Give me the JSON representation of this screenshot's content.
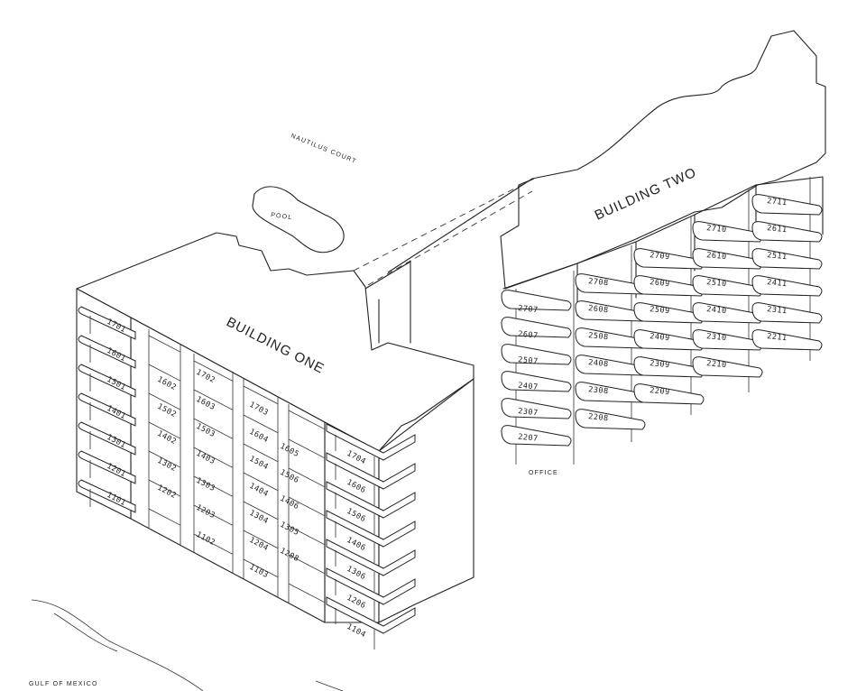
{
  "labels": {
    "nautilus_court": "NAUTILUS COURT",
    "pool": "POOL",
    "building_one": "BUILDING ONE",
    "building_two": "BUILDING TWO",
    "office": "OFFICE",
    "gulf": "GULF OF MEXICO"
  },
  "building_one": {
    "left_units": [
      "1701",
      "1601",
      "1501",
      "1401",
      "1301",
      "1201",
      "1101"
    ],
    "col2_units": [
      "1602",
      "1502",
      "1402",
      "1302",
      "1202"
    ],
    "col3_units": [
      "1702",
      "1603",
      "1503",
      "1403",
      "1303",
      "1203",
      "1102"
    ],
    "col4_units": [
      "1703",
      "1604",
      "1504",
      "1404",
      "1304",
      "1204",
      "1103"
    ],
    "col5_units": [
      "1605",
      "1506",
      "1406",
      "1305",
      "1208"
    ],
    "right_units": [
      "1704",
      "1606",
      "1506",
      "1406",
      "1306",
      "1206",
      "1104"
    ]
  },
  "building_two": {
    "col1_units": [
      "2707",
      "2607",
      "2507",
      "2407",
      "2307",
      "2207"
    ],
    "col2_units": [
      "2708",
      "2608",
      "2508",
      "2408",
      "2308",
      "2208"
    ],
    "col3_units": [
      "2709",
      "2609",
      "2509",
      "2409",
      "2309",
      "2209"
    ],
    "col4_units": [
      "2710",
      "2610",
      "2510",
      "2410",
      "2310",
      "2210"
    ],
    "col5_units": [
      "2711",
      "2611",
      "2511",
      "2411",
      "2311",
      "2211"
    ]
  }
}
